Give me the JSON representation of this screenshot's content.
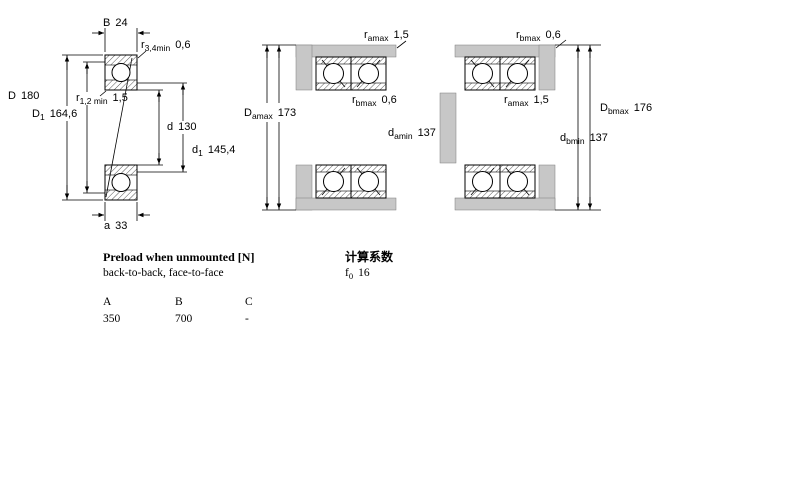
{
  "colors": {
    "section_gray": "#c7c7c7",
    "line_black": "#000000"
  },
  "figure": {
    "left": {
      "B": {
        "sym": "B",
        "val": "24"
      },
      "r34": {
        "sym": "r",
        "sub": "3,4min",
        "val": "0,6"
      },
      "D": {
        "sym": "D",
        "val": "180"
      },
      "D1": {
        "sym": "D",
        "sub": "1",
        "val": "164,6"
      },
      "r12": {
        "sym": "r",
        "sub": "1,2 min",
        "val": "1,5"
      },
      "d": {
        "sym": "d",
        "val": "130"
      },
      "d1": {
        "sym": "d",
        "sub": "1",
        "val": "145,4"
      },
      "a": {
        "sym": "a",
        "val": "33"
      }
    },
    "middle": {
      "ramax": {
        "sym": "r",
        "sub": "amax",
        "val": "1,5"
      },
      "Damax": {
        "sym": "D",
        "sub": "amax",
        "val": "173"
      },
      "rbmax": {
        "sym": "r",
        "sub": "bmax",
        "val": "0,6"
      },
      "damin": {
        "sym": "d",
        "sub": "amin",
        "val": "137"
      }
    },
    "right": {
      "rbmax": {
        "sym": "r",
        "sub": "bmax",
        "val": "0,6"
      },
      "ramax": {
        "sym": "r",
        "sub": "amax",
        "val": "1,5"
      },
      "Dbmax": {
        "sym": "D",
        "sub": "bmax",
        "val": "176"
      },
      "dbmin": {
        "sym": "d",
        "sub": "bmin",
        "val": "137"
      }
    }
  },
  "preload": {
    "title": "Preload when unmounted [N]",
    "subtitle": "back-to-back, face-to-face",
    "columns": [
      "A",
      "B",
      "C"
    ],
    "values": [
      "350",
      "700",
      "-"
    ]
  },
  "calc": {
    "title": "计算系数",
    "f0": {
      "sym": "f",
      "sub": "0",
      "val": "16"
    }
  }
}
